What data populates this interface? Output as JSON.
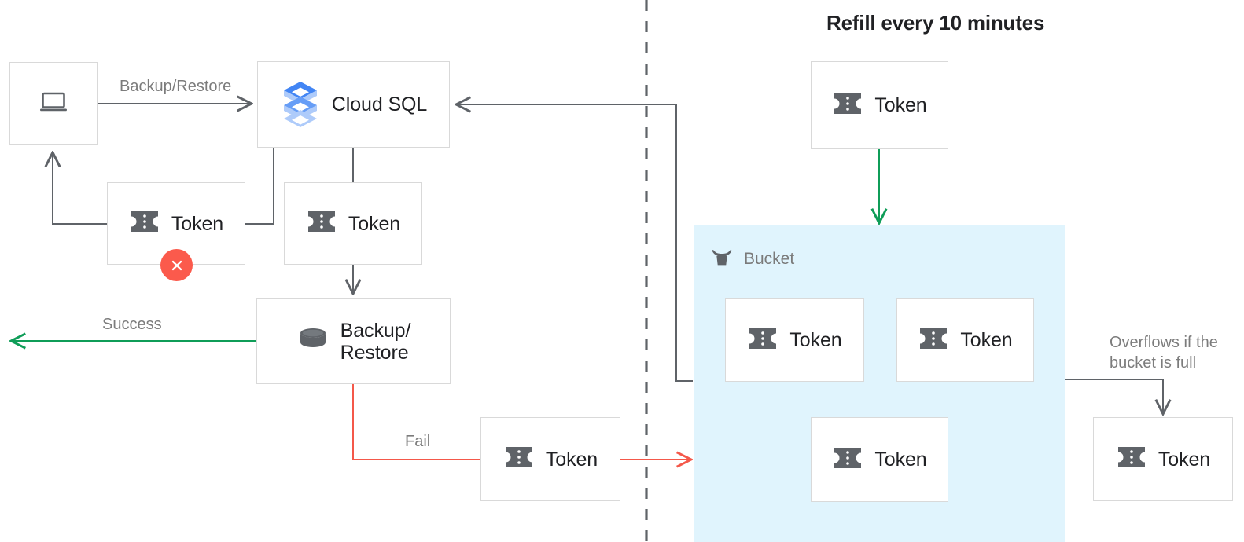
{
  "diagram": {
    "headline": "Refill every 10 minutes",
    "colors": {
      "token_gray": "#5f6368",
      "box_border": "#d9d9d9",
      "wire_gray": "#5f6368",
      "wire_green": "#0f9d58",
      "wire_red": "#f4584a",
      "fail_badge": "#fb5a4c",
      "bucket_fill": "#e0f4fd",
      "cloudsql_blue_dark": "#4285f4",
      "cloudsql_blue_light": "#aecbfa",
      "text_dark": "#202124",
      "text_muted": "#7c7c7c"
    },
    "nodes": {
      "client": {
        "label": "",
        "icon": "laptop-icon"
      },
      "cloudsql": {
        "label": "Cloud SQL",
        "icon": "cloud-sql-icon"
      },
      "token_client": {
        "label": "Token",
        "icon": "token-icon"
      },
      "token_cloudsql": {
        "label": "Token",
        "icon": "token-icon"
      },
      "backup_restore": {
        "label": "Backup/\nRestore",
        "icon": "database-icon"
      },
      "token_fail": {
        "label": "Token",
        "icon": "token-icon"
      },
      "token_refill": {
        "label": "Token",
        "icon": "token-icon"
      },
      "token_bucket_1": {
        "label": "Token",
        "icon": "token-icon"
      },
      "token_bucket_2": {
        "label": "Token",
        "icon": "token-icon"
      },
      "token_bucket_3": {
        "label": "Token",
        "icon": "token-icon"
      },
      "token_overflow": {
        "label": "Token",
        "icon": "token-icon"
      }
    },
    "bucket": {
      "caption": "Bucket",
      "icon": "bucket-icon"
    },
    "wire_labels": {
      "backup_restore": "Backup/Restore",
      "success": "Success",
      "fail": "Fail",
      "overflow": "Overflows if the\nbucket is full"
    }
  }
}
